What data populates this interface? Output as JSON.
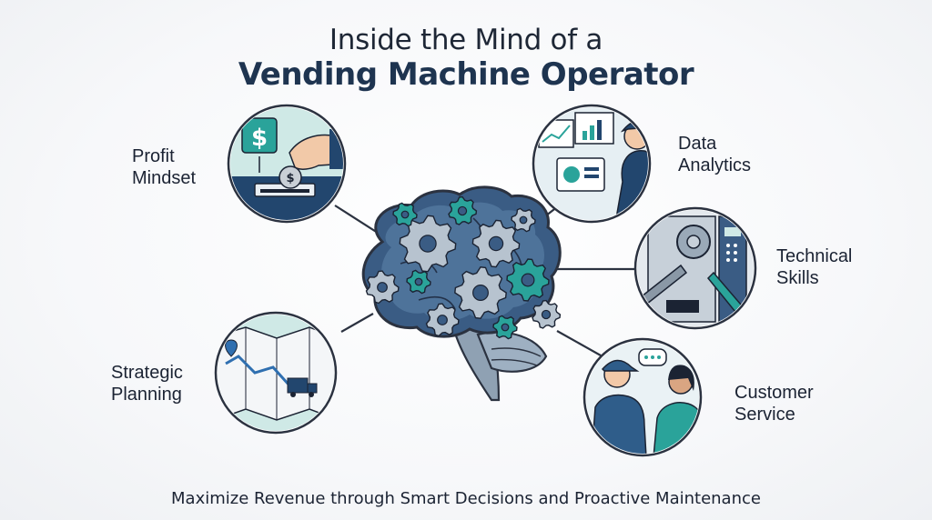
{
  "title": {
    "line1": "Inside the Mind of a",
    "line2": "Vending Machine Operator"
  },
  "nodes": [
    {
      "id": "profit",
      "line1": "Profit",
      "line2": "Mindset",
      "icon": "coin-slot-icon"
    },
    {
      "id": "data",
      "line1": "Data",
      "line2": "Analytics",
      "icon": "analytics-icon"
    },
    {
      "id": "technical",
      "line1": "Technical",
      "line2": "Skills",
      "icon": "tools-icon"
    },
    {
      "id": "customer",
      "line1": "Customer",
      "line2": "Service",
      "icon": "conversation-icon"
    },
    {
      "id": "strategic",
      "line1": "Strategic",
      "line2": "Planning",
      "icon": "map-route-icon"
    }
  ],
  "center": {
    "icon": "brain-gears-icon"
  },
  "footer": "Maximize Revenue through Smart Decisions and Proactive Maintenance",
  "colors": {
    "navy": "#1e3450",
    "teal": "#2aa39a",
    "light_teal": "#cfe9e6",
    "gray_blue": "#5b7186",
    "line": "#2b3240"
  }
}
